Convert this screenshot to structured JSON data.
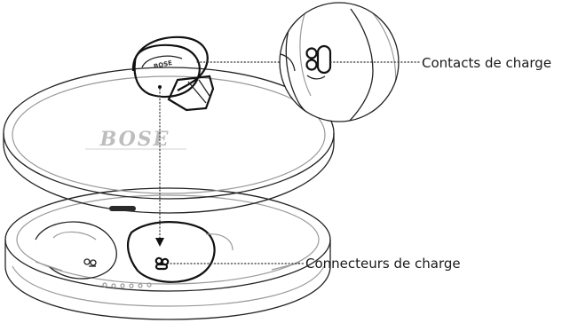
{
  "callouts": {
    "contacts_label": "Contacts de charge",
    "connectors_label": "Connecteurs de charge"
  },
  "brand": {
    "logo_text": "BOSE"
  },
  "icons": {
    "earbud": "earbud-icon",
    "charging_case": "charging-case-icon",
    "charging_contacts": "charging-contacts-icon",
    "charging_connectors": "charging-connectors-icon",
    "magnifier_circle": "magnifier-circle-icon"
  }
}
